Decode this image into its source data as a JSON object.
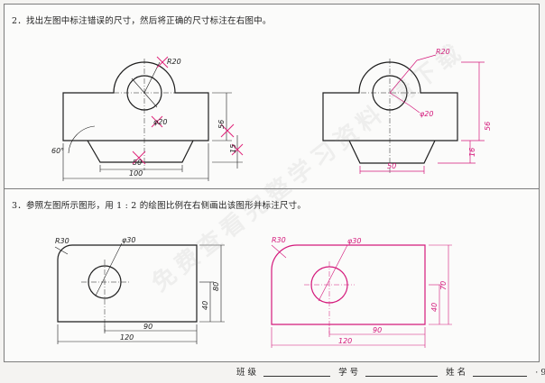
{
  "task2": {
    "title": "2．找出左图中标注错误的尺寸，然后将正确的尺寸标注在右图中。",
    "left": {
      "r": "R20",
      "phi": "φ20",
      "d56": "56",
      "d15": "15",
      "angle": "60°",
      "d50": "50",
      "d100": "100"
    },
    "right": {
      "r": "R20",
      "phi": "φ20",
      "d56": "56",
      "d16": "16",
      "d50": "50"
    }
  },
  "task3": {
    "title": "3．参照左图所示图形，用 1 : 2 的绘图比例在右侧画出该图形并标注尺寸。",
    "left": {
      "r": "R30",
      "phi": "φ30",
      "d40": "40",
      "d80": "80",
      "d90": "90",
      "d120": "120"
    },
    "right": {
      "r": "R30",
      "phi": "φ30",
      "d40": "40",
      "d70": "70",
      "d90": "90",
      "d120": "120"
    }
  },
  "colors": {
    "line": "#1e1e1e",
    "magenta": "#d4197b",
    "error": "#e0247a"
  },
  "watermark": "免费查看完整学习资料 请下载",
  "footer": {
    "class_label": "班 级",
    "id_label": "学 号",
    "name_label": "姓 名",
    "page": "· 9"
  }
}
